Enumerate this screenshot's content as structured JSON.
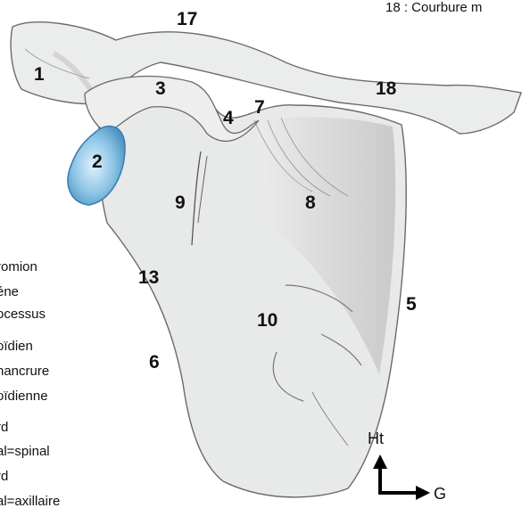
{
  "figure": {
    "top_note": "18 : Courbure m",
    "labels": [
      "1",
      "2",
      "3",
      "4",
      "7",
      "17",
      "18",
      "9",
      "8",
      "13",
      "5",
      "10",
      "6"
    ],
    "legend": [
      "romion",
      "éne",
      "ocessus",
      "oïdien",
      "hancrure",
      "oïdienne",
      "rd",
      "al=spinal",
      "rd",
      "al=axillaire"
    ],
    "orientation": {
      "up_label": "Ht",
      "right_label": "G"
    }
  },
  "colors": {
    "bone_fill": "#e9ebea",
    "bone_outline": "#6d6d6d",
    "shading": "#9a9a9a",
    "glenoid_blue": "#6aaed6"
  }
}
